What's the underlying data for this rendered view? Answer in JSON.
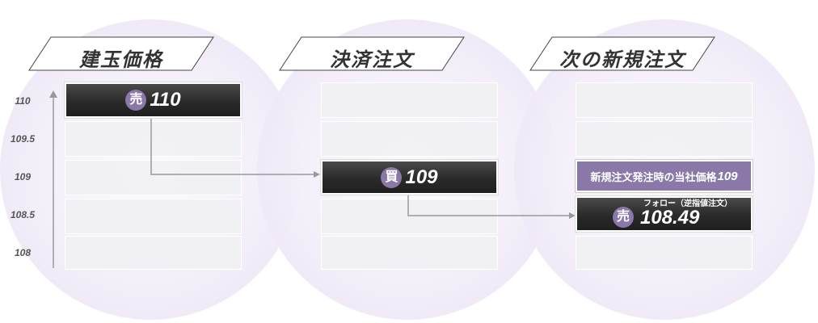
{
  "headers": [
    "建玉価格",
    "決済注文",
    "次の新規注文"
  ],
  "y_axis": [
    "110",
    "109.5",
    "109",
    "108.5",
    "108"
  ],
  "position": {
    "badge": "売",
    "price": "110"
  },
  "settlement": {
    "badge": "買",
    "price": "109"
  },
  "next_order": {
    "info_label": "新規注文発注時の当社価格",
    "info_price": "109",
    "sub_label": "フォロー（逆指値注文）",
    "badge": "売",
    "price": "108.49"
  },
  "colors": {
    "accent": "#8a79a8",
    "dark": "#2a2a2a"
  }
}
